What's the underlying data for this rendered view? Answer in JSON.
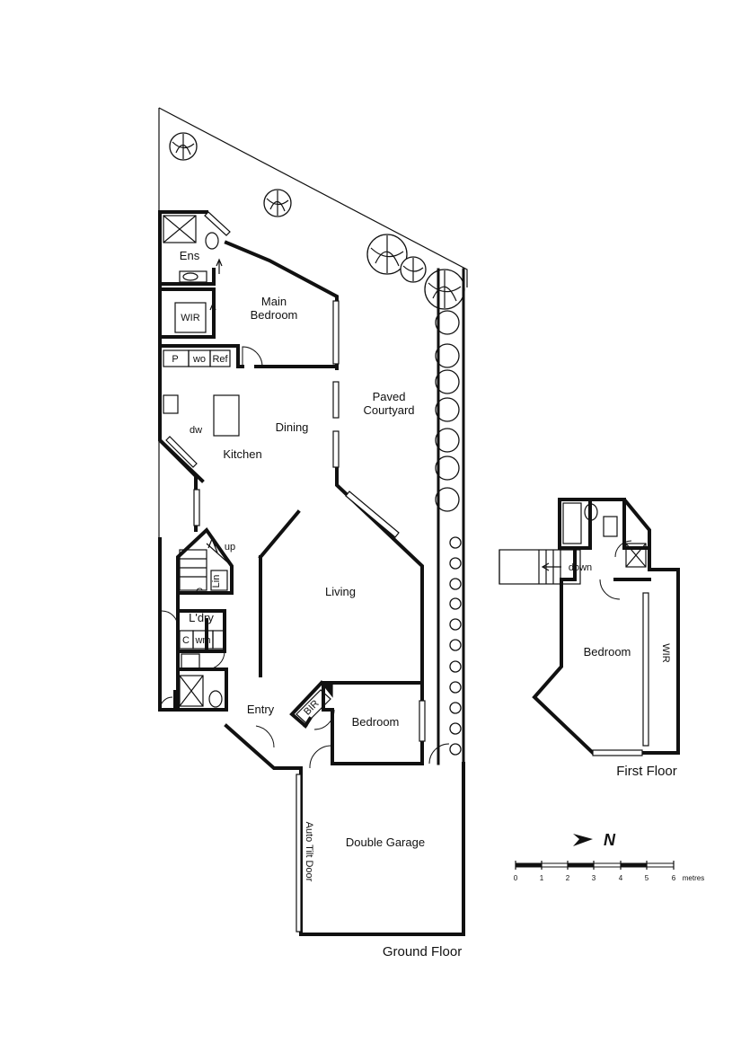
{
  "floors": {
    "ground": "Ground Floor",
    "first": "First Floor"
  },
  "rooms": {
    "ens": "Ens",
    "main_bedroom_line1": "Main",
    "main_bedroom_line2": "Bedroom",
    "wir": "WIR",
    "p": "P",
    "wo": "wo",
    "ref": "Ref",
    "dw": "dw",
    "kitchen": "Kitchen",
    "dining": "Dining",
    "paved_courtyard_line1": "Paved",
    "paved_courtyard_line2": "Courtyard",
    "up": "up",
    "lin": "Lin",
    "c1": "C",
    "laundry": "L'dry",
    "c2": "C",
    "wm": "wm",
    "living": "Living",
    "entry": "Entry",
    "bir": "BIR",
    "bedroom": "Bedroom",
    "double_garage": "Double Garage",
    "auto_tilt_door": "Auto Tilt Door",
    "down": "down",
    "first_bedroom": "Bedroom",
    "first_wir": "WIR"
  },
  "compass": {
    "label": "N"
  },
  "scale": {
    "ticks": [
      "0",
      "1",
      "2",
      "3",
      "4",
      "5",
      "6"
    ],
    "unit": "metres"
  }
}
